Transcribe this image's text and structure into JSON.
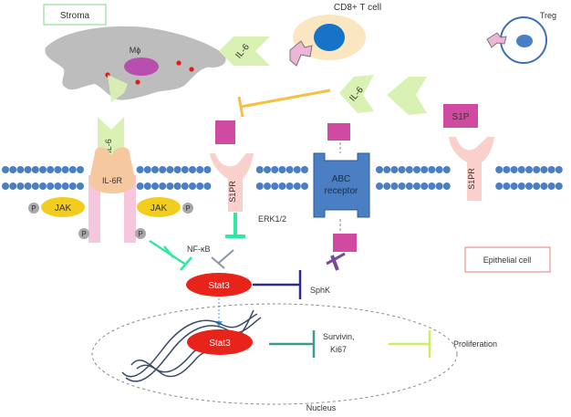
{
  "labels": {
    "stroma": "Stroma",
    "cd8_t_cell": "CD8+ T cell",
    "treg": "Treg",
    "macrophage": "Mϕ",
    "il6_top_left": "IL-6",
    "il6_top_right": "IL-6",
    "il6_receptor_ligand": "IL-6",
    "il6r": "IL-6R",
    "s1p": "S1P",
    "s1pr_left": "S1PR",
    "s1pr_right": "S1PR",
    "abc_receptor_line1": "ABC",
    "abc_receptor_line2": "receptor",
    "jak_left": "JAK",
    "jak_right": "JAK",
    "phospho_1": "P",
    "phospho_2": "P",
    "phospho_3": "P",
    "phospho_4": "P",
    "erk": "ERK1/2",
    "nfkb": "NF-κB",
    "stat3_cytoplasm": "Stat3",
    "stat3_nucleus": "Stat3",
    "sphk": "SphK",
    "epithelial_cell": "Epithelial cell",
    "survivin_line1": "Survivin,",
    "survivin_line2": "Ki67",
    "proliferation": "Proliferation",
    "nucleus": "Nucleus"
  },
  "colors": {
    "membrane_bead": "#4a7fc4",
    "il6": "#d9f2b4",
    "il6r": "#f5c8a0",
    "il6r_stem": "#f6c6dc",
    "s1p": "#cf4aa0",
    "s1pr": "#f9d0cc",
    "abc_receptor": "#4a7fc4",
    "jak": "#f2cd1e",
    "phospho": "#a8a8a8",
    "stat3": "#e8231a",
    "stat3_to_sphk": "#2e2b8f",
    "t_cell_body": "#fae6c0",
    "t_cell_nucleus": "#1773c8",
    "macrophage": "#bdbdbd",
    "macrophage_nucleus": "#b84fb0",
    "inhibition_orange": "#f6c042",
    "inhibition_green": "#2ee9a0",
    "inhibition_teal": "#3c9a8f",
    "inhibition_lime": "#c9ee62",
    "sphk_purple": "#7a4a9a",
    "epithelial_label_border": "#e87a7a",
    "stroma_label_border": "#7fd68a"
  }
}
